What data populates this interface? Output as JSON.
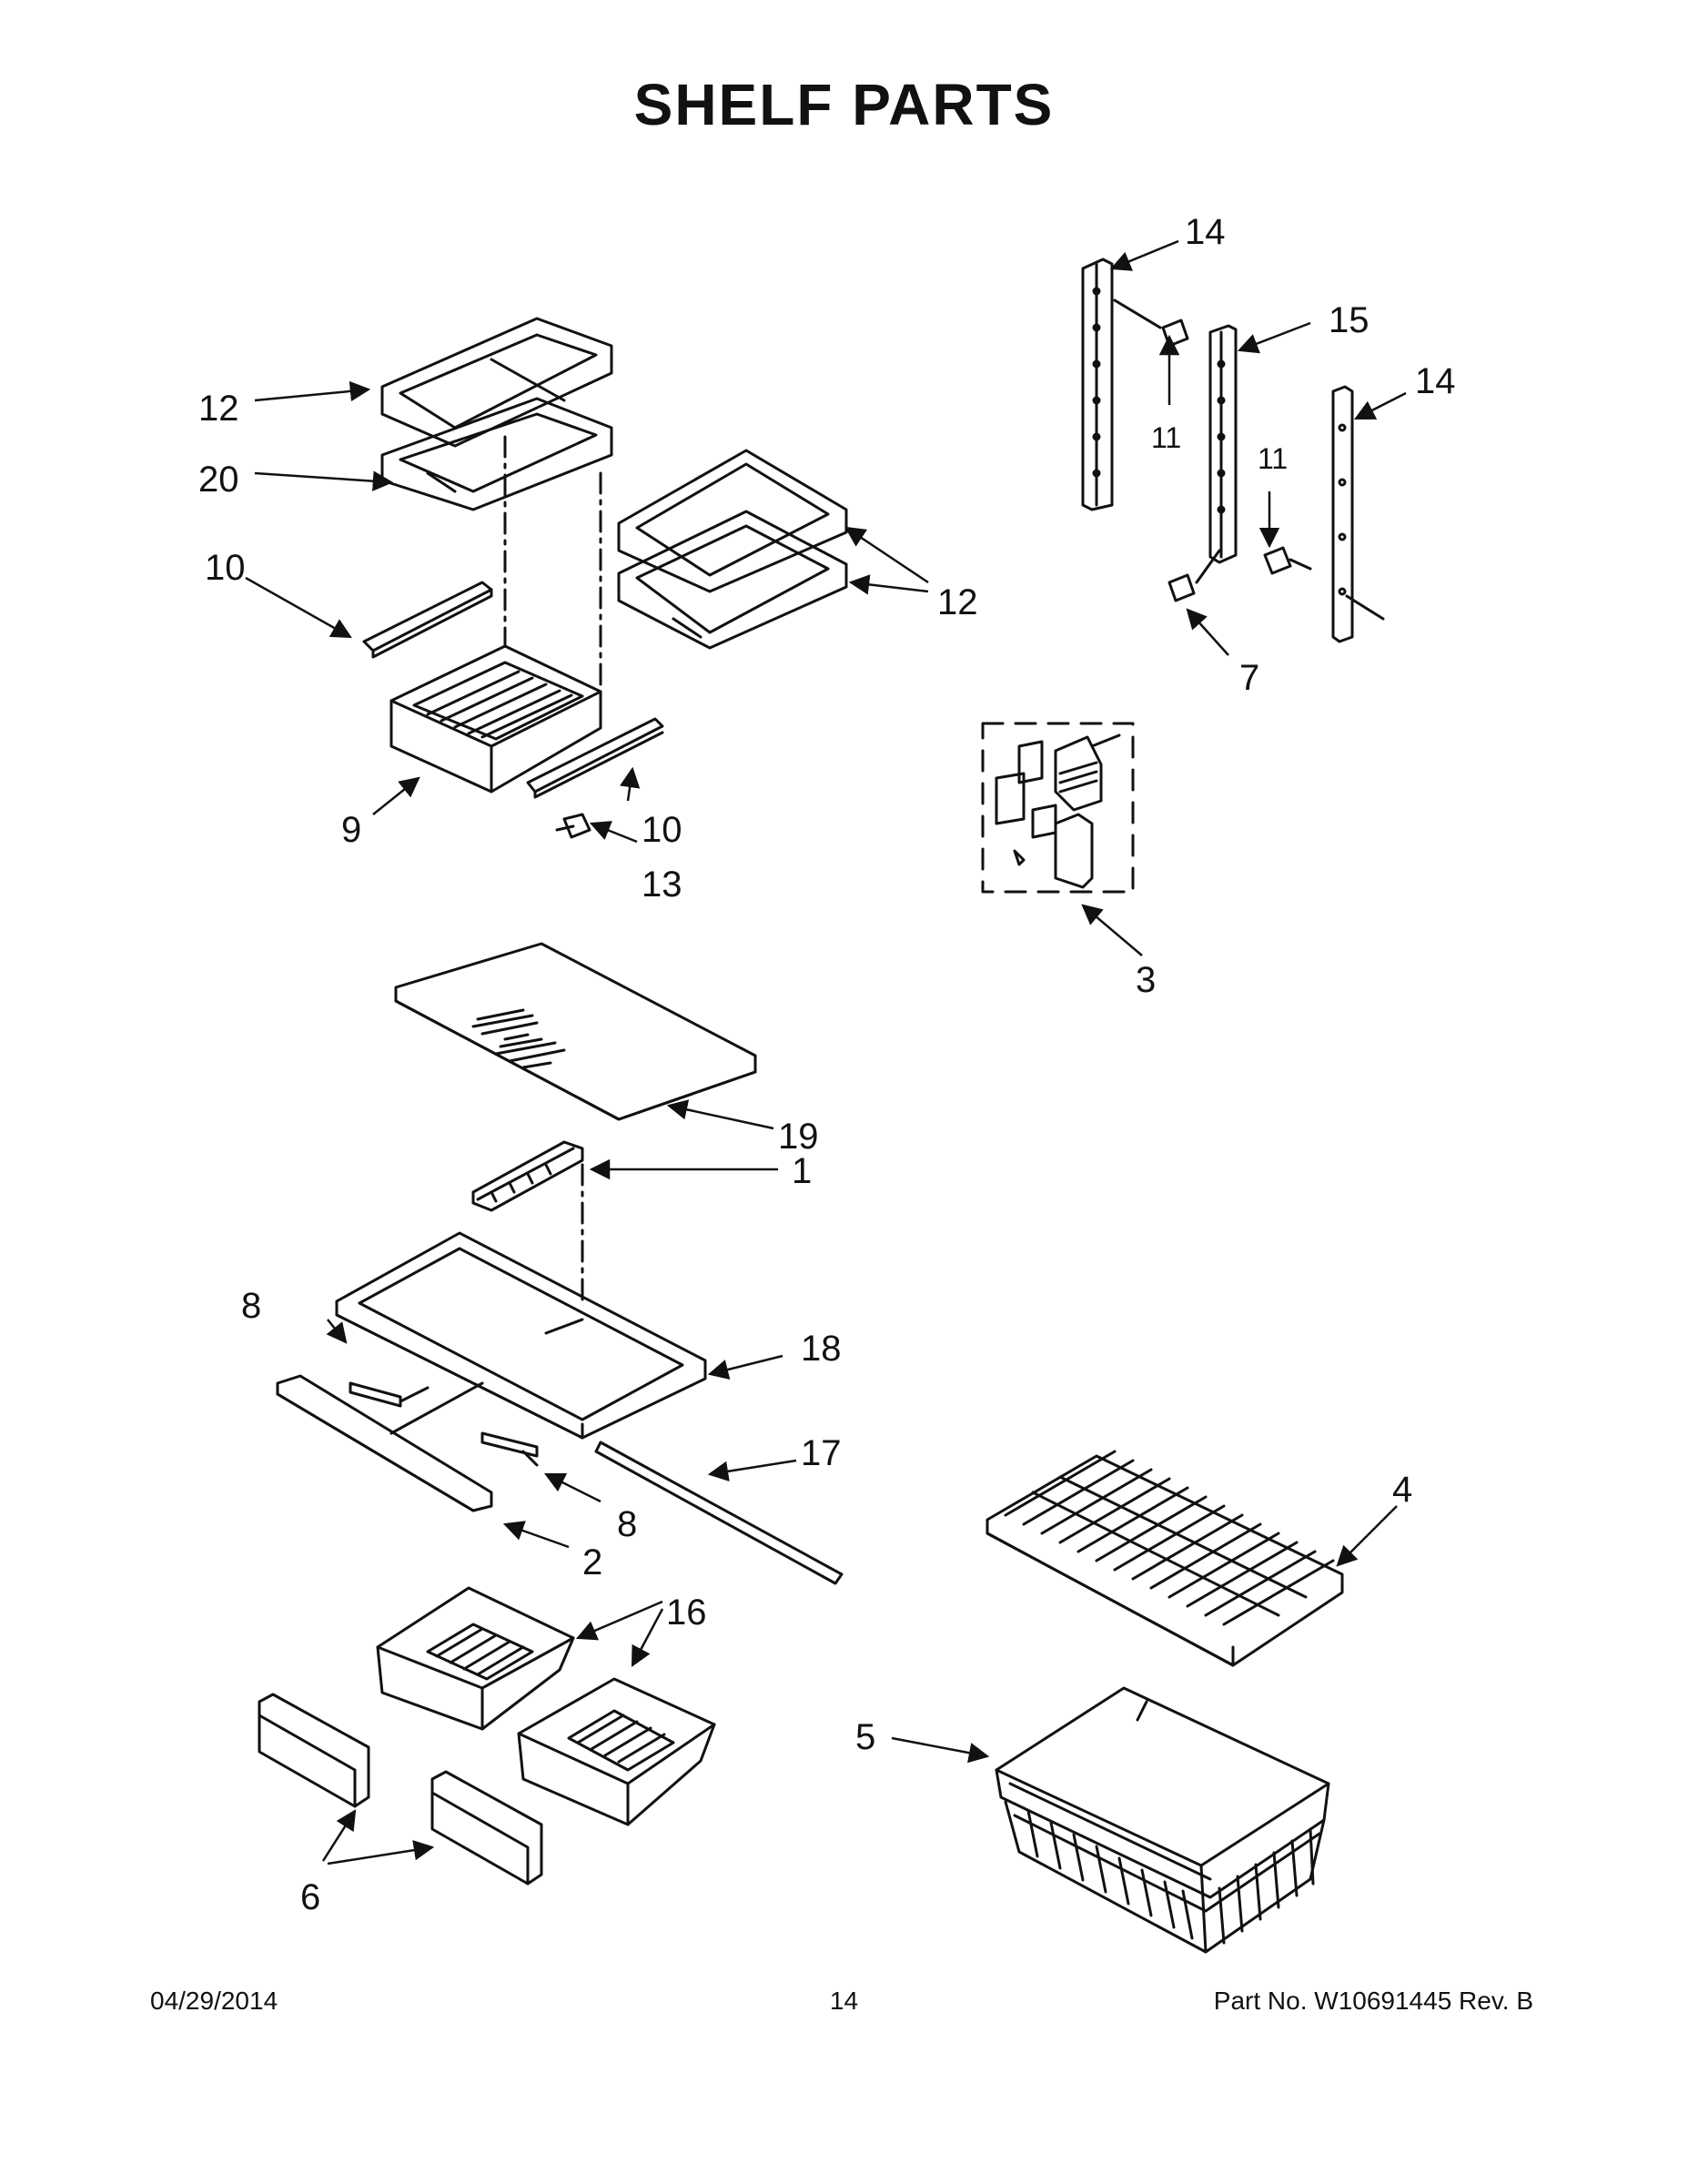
{
  "title": "SHELF PARTS",
  "callouts": {
    "c1": "1",
    "c2": "2",
    "c3": "3",
    "c4": "4",
    "c5": "5",
    "c6": "6",
    "c7": "7",
    "c8a": "8",
    "c8b": "8",
    "c9": "9",
    "c10a": "10",
    "c10b": "10",
    "c11a": "11",
    "c11b": "11",
    "c12a": "12",
    "c12b": "12",
    "c13": "13",
    "c14a": "14",
    "c14b": "14",
    "c15": "15",
    "c16": "16",
    "c17": "17",
    "c18": "18",
    "c19": "19",
    "c20": "20"
  },
  "footer": {
    "date": "04/29/2014",
    "page": "14",
    "part": "Part No.  W10691445  Rev.  B"
  }
}
